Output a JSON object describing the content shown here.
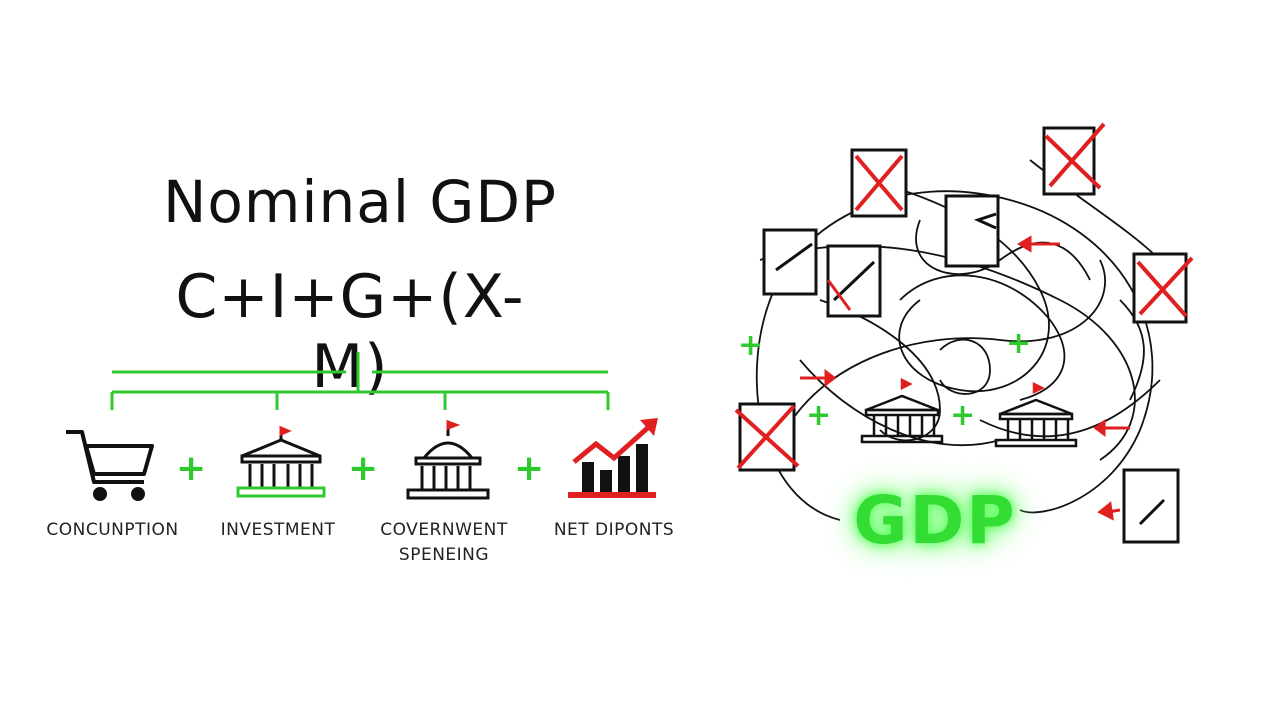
{
  "left_panel": {
    "title": "Nominal GDP",
    "formula": "C+I+G+(X-M)",
    "components": [
      {
        "label": "CONCUNPTION",
        "icon": "shopping-cart-icon"
      },
      {
        "label": "INVESTMENT",
        "icon": "bank-building-icon"
      },
      {
        "label_line1": "COVERNWENT",
        "label_line2": "SPENEING",
        "icon": "government-building-icon"
      },
      {
        "label": "NET DIPONTS",
        "icon": "rising-bar-chart-icon"
      }
    ],
    "plus": "+"
  },
  "right_panel": {
    "gdp_label": "GDP",
    "plus": "+"
  },
  "colors": {
    "accent_green": "#2dc92d",
    "cross_red": "#e02020",
    "ink": "#111111"
  }
}
